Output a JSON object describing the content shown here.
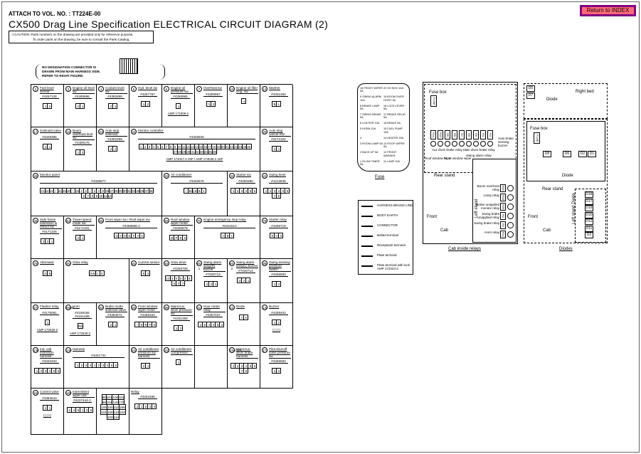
{
  "header": {
    "attach": "ATTACH TO VOL. NO. : TT224E-00",
    "title": "CX500 Drag Line Specification ELECTRICAL CIRCUIT DIAGRAM (2)",
    "caution_line1": "⚠CAUTION: Parts numbers on the drawing are provided only for reference purpose.",
    "caution_line2": "To order parts on the drawing, be sure to consult the Parts Catalog.",
    "return_button": "Return to INDEX"
  },
  "note": [
    "NO DESIGNATION CONNECTOR IS",
    "DRAWN FROM MAIN HARNESS SIDE.",
    "REFER TO RIGHT FIGURE."
  ],
  "cells": [
    {
      "num": "2",
      "name": "Fuel level sensor",
      "part": "#4257128",
      "pins": [
        "1",
        "2"
      ]
    },
    {
      "num": "3",
      "name": "Engine oil level sw",
      "part": "#4285986",
      "pins": [
        "2",
        "1"
      ]
    },
    {
      "num": "4",
      "name": "Coolant level sw",
      "part": "#4382899",
      "pins": [
        "2",
        "1"
      ]
    },
    {
      "num": "5",
      "name": "Hyd. level sw",
      "part": "#4257787",
      "pins": [
        "1",
        "2"
      ]
    },
    {
      "num": "6",
      "name": "Engine oil pressure sw",
      "part": "#4285965",
      "pins": [
        "1"
      ],
      "note": "AMP 171809-2"
    },
    {
      "num": "7",
      "name": "Overheat sw",
      "part": "#4285967",
      "pins": [
        "1",
        "2"
      ]
    },
    {
      "num": "10",
      "name": "Engine oil filter clog. sw",
      "part": "",
      "pins": [
        "1"
      ]
    },
    {
      "num": "12",
      "name": "Washer",
      "part": "#4331360",
      "pins": [
        "B",
        "L"
      ]
    },
    {
      "num": "17",
      "name": "Solenoid valve",
      "part": "#4329395",
      "pins": [
        "2",
        "1"
      ]
    },
    {
      "num": "19",
      "name": "Boom overhoist limit sw",
      "part": "#4459175",
      "pins": [
        "1",
        "2"
      ]
    },
    {
      "num": "23",
      "name": "Auto stop solenoid",
      "part": "#4302289",
      "pins": [
        "2",
        "1"
      ]
    },
    {
      "num": "24",
      "name": "Monitor controller",
      "part": "#4325825",
      "pins": [
        "1",
        "2",
        "3",
        "4",
        "5",
        "6",
        "7",
        "8",
        "9",
        "10",
        "11",
        "12",
        "13",
        "14",
        "15",
        "16",
        "17",
        "18",
        "19",
        "20",
        "21",
        "22",
        "23",
        "24",
        "25",
        "26",
        "27",
        "28",
        "29",
        "30",
        "31",
        "32",
        "33",
        "34",
        "35",
        "36"
      ],
      "note": "AMP 174047-2 20P / AMP 174046-2 16P"
    },
    {
      "num": "25",
      "name": "Auto stop cancel SW",
      "part": "#4171322",
      "pins": [
        "2",
        "1"
      ]
    },
    {
      "num": "28",
      "name": "Monitor panel",
      "part": "#4338677",
      "pins": [
        "21",
        "22",
        "23",
        "○",
        "24",
        "25",
        "30",
        "○",
        "34",
        "1",
        "2",
        "○",
        "3",
        "4",
        "5",
        "26",
        "27",
        "28",
        "29",
        "30",
        "31",
        "32",
        "35",
        "36",
        "37",
        "38",
        "6",
        "7",
        "8",
        "9",
        "10",
        "11",
        "12"
      ]
    },
    {
      "num": "32",
      "name": "Air conditioner",
      "part": "#4332676",
      "pins": [
        "○",
        "Bl",
        "LB",
        "B",
        "1"
      ]
    },
    {
      "num": "34",
      "name": "Starter sw",
      "part": "#4250350",
      "pins": [
        "1",
        "2",
        "3",
        "4",
        "5",
        "6"
      ]
    },
    {
      "num": "41",
      "name": "Swing lever",
      "part": "#1213945",
      "pins": [
        "1",
        "2",
        "3",
        "4",
        "5",
        "6",
        "7",
        "8"
      ]
    },
    {
      "num": "45",
      "name": "Side frame extension & retract sw",
      "part": "#4171326",
      "pins": [
        "3",
        "2",
        "1"
      ]
    },
    {
      "num": "52",
      "name": "Travel speed mode sw",
      "part": "#4171331",
      "pins": [
        "2",
        "1"
      ]
    },
    {
      "num": "55",
      "name": "Front wiper sw / Roof wiper sw",
      "part": "#4289855-2",
      "pins": [
        "G",
        "H",
        "D",
        "E",
        "F",
        "A",
        "C"
      ]
    },
    {
      "num": "66",
      "name": "Roof window wiper motor",
      "part": "#4330678",
      "pins": [
        "B",
        "P",
        "E",
        "S"
      ]
    },
    {
      "num": "76",
      "name": "Engine emergency stop relay",
      "part": "#4311510",
      "pins": [
        "A",
        "B",
        "C"
      ]
    },
    {
      "num": "78",
      "name": "Starter relay",
      "part": "#4289719",
      "pins": [
        "E",
        "H",
        "S"
      ]
    },
    {
      "num": "79",
      "name": "Alternator",
      "part": "",
      "pins": [
        "D",
        "B"
      ]
    },
    {
      "num": "80",
      "name": "Glow relay",
      "part": "",
      "pins": [
        "SW",
        "L",
        "S"
      ]
    },
    {
      "num": "82",
      "name": "Current sensor",
      "part": "",
      "pins": [
        "9",
        "3"
      ]
    },
    {
      "num": "83",
      "name": "Glow timer",
      "part": "#4265706",
      "pins": [
        "10",
        "3",
        "X",
        "6",
        "2",
        "9",
        "5",
        "4",
        "7"
      ]
    },
    {
      "num": "85-1",
      "name": "Swing alarm lamp(R) buzzer",
      "part": "#7030713",
      "pins": [
        "3",
        "2",
        "1"
      ]
    },
    {
      "num": "85-2",
      "name": "Swing alarm lamp(L) buzzer",
      "part": "#7030714",
      "pins": [
        "3",
        "2",
        "1"
      ]
    },
    {
      "num": "88",
      "name": "Swing sensing pressure switch",
      "part": "#4256583",
      "pins": [
        "1",
        "2"
      ]
    },
    {
      "num": "87",
      "name": "Flasher relay",
      "part": "#4175081",
      "pins": [
        "1"
      ],
      "note": "AMP 172630-2"
    },
    {
      "num": "89/90",
      "name": "Horn",
      "part": "#4158155 #4191499",
      "pins": [
        "R6"
      ],
      "note": "AMP 172630-2"
    },
    {
      "num": "92",
      "name": "Brake mode solenoid valve",
      "part": "#4384672",
      "pins": [
        "2",
        "1"
      ]
    },
    {
      "num": "93",
      "name": "Front window wiper motor",
      "part": "#4369163",
      "pins": [
        "○",
        "E",
        "B",
        "P",
        "S"
      ]
    },
    {
      "num": "98",
      "name": "Main/Aux. drum pressure sw",
      "part": "#4331359",
      "pins": [
        "1",
        "2"
      ]
    },
    {
      "num": "111",
      "name": "Hour meter relay",
      "part": "#4357037",
      "pins": [
        "1",
        "6",
        "4",
        "3",
        "5",
        "2"
      ]
    },
    {
      "num": "121",
      "name": "Diode",
      "part": "",
      "pins": [
        "A",
        "K"
      ]
    },
    {
      "num": "132",
      "name": "Buzzer",
      "part": "#4258403",
      "pins": [
        "1",
        "2"
      ],
      "note": "(-) (+)"
    },
    {
      "num": "146",
      "name": "Ind. cab extension harness",
      "part": "#4332403",
      "pins": [
        "1",
        "2",
        "3",
        "4",
        "5",
        "6"
      ]
    },
    {
      "num": "149",
      "name": "Harness",
      "part": "#4341731",
      "pins": [
        "1",
        "2",
        "3",
        "4",
        "1",
        "2",
        "3",
        "4",
        "5",
        "6"
      ]
    },
    {
      "num": "151",
      "name": "Air conditioner pressure sw harness",
      "part": "",
      "pins": [
        "2",
        "1"
      ]
    },
    {
      "num": "152",
      "name": "Air conditioner compressor",
      "part": "",
      "pins": [
        "1"
      ]
    },
    {
      "num": "",
      "name": "",
      "part": "",
      "pins": []
    },
    {
      "num": "153/183",
      "name": "Main/Aux. drum brake harness",
      "part": "",
      "pins": [
        "1",
        "2",
        "3",
        "4",
        "5",
        "6",
        "7",
        "8"
      ]
    },
    {
      "num": "171",
      "name": "Pilot shut-off valve pressure sw",
      "part": "#4256583",
      "pins": [
        "1",
        "2"
      ]
    },
    {
      "num": "182",
      "name": "Control valve",
      "part": "#4384543",
      "pins": [
        "2",
        "1"
      ],
      "note": "(-) (+)"
    },
    {
      "num": "185",
      "name": "Intermittent wiper unit",
      "part": "#4237444-2",
      "pins": [
        "2",
        "4",
        "6",
        "1",
        "3",
        "5"
      ]
    },
    {
      "num": "",
      "name": "",
      "part": "",
      "pins": [
        "96",
        "101",
        "106",
        "115",
        "99",
        "104",
        "110",
        "170",
        "100",
        "105",
        "112",
        "186",
        "101",
        "108",
        "113",
        "102",
        "109",
        "114"
      ]
    },
    {
      "num": "",
      "name": "Relay",
      "part": "#4251588",
      "pins": [
        "2",
        "1",
        "5",
        "3",
        "4"
      ]
    }
  ],
  "fuses": [
    "16 FRONT WIPER 5A",
    "20 OH BOX 10A",
    "9 SWING ALARM 10A",
    "19 BOOM OVER HOIST 5A",
    "8 BRAKE LAMP 5A",
    "18 LOCK LEVER 5A",
    "7 SWING BRAKE 5A",
    "17 BRAKE RELAY 5A",
    "6 LIGHTER 10A",
    "16 BRAKE 5A",
    "5 HORN 10A",
    "15 FUEL PUMP 10A",
    "4",
    "14 HEATER 20A",
    "3 ROOM LAMP 5A",
    "13 ROOF WIPER 5A",
    "2 BACK UP 5A",
    "12 FRONT WASHER",
    "1 GLOW TIMER 5A",
    "11 LAMP 10A"
  ],
  "fuse_caption": "Fuse",
  "legend": [
    "HARNESS BRAND LINE",
    "BODY EARTH",
    "CONNECTOR",
    "Bolted terminal",
    "Receptacle terminal",
    "Plate terminal",
    "Plate terminal with lock AMP 172323-2"
  ],
  "cab": {
    "caption": "Cab inside relays",
    "fuse_box": "Fuse box",
    "fuse": "FUSE",
    "relays_top": [
      "R14",
      "R10",
      "R9",
      "R8",
      "R7",
      "R6",
      "R5",
      "R4",
      "R3"
    ],
    "aux": "Aux drum brake relay",
    "main": "Main drum brake relay",
    "swing_alarm": "Swing alarm relay",
    "roof_wiper": "Roof window wiper",
    "front_wiper": "Front window wiper",
    "auto_brake": "Auto brake sensing buzzer",
    "rear_stand": "Rear stand",
    "left_stand": "Left stand",
    "front": "Front",
    "cab": "Cab",
    "side_relays": [
      "Boom overhoist relay",
      "Lamp relay",
      "Brake unapplied monitor relay",
      "Swing brake unapplied relay",
      "Swing brake relay",
      "Horn relay"
    ],
    "side_codes": [
      "R20",
      "R16",
      "R25",
      "R2",
      "R1",
      "R11"
    ]
  },
  "diodes": {
    "caption": "Diodes",
    "right_bed": "Right bed",
    "diode": "Diode",
    "fuse_box": "Fuse box",
    "fuse": "FUSE",
    "codes": [
      "D8",
      "D6",
      "D2",
      "D1"
    ],
    "top_codes": [
      "D5",
      "D7"
    ],
    "side_codes": [
      "D18",
      "D17",
      "D16",
      "D15",
      "D12",
      "D11",
      "D3"
    ],
    "rear_stand": "Rear stand",
    "left_stand": "Left stand Diode",
    "front": "Front",
    "cab": "Cab"
  }
}
